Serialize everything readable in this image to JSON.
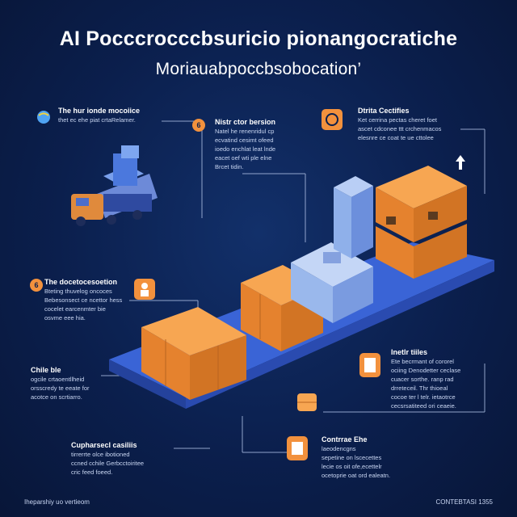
{
  "header": {
    "title": "AI Pocccrocccbsuricio pionangocratiche",
    "subtitle": "Moriauabpoccbsobocation’"
  },
  "callouts": [
    {
      "id": "c1",
      "head": "The hur ionde mocoiice",
      "body": [
        "thet ec ehe piat crtaRelamer."
      ]
    },
    {
      "id": "c2",
      "head": "Nistr ctor bersion",
      "body": [
        "Natel he renenridul cp",
        "ecvatind cesimt ofeed",
        "ioedo enchlat leat lnde",
        "eacet oef wti ple elne",
        "Brcet tidin."
      ]
    },
    {
      "id": "c3",
      "head": "Dtrita Cectifies",
      "body": [
        "Ket cerrina pectas cheret foet",
        "ascet cdconee ttt crchenmacos",
        "elesnre ce coat te ue cttolee"
      ]
    },
    {
      "id": "c4",
      "head": "The docetocesoetion",
      "body": [
        "Bteting thuvelog oncoces",
        "Bebesonsect ce ncettor hess",
        "cocelet earcenmter bie",
        "osvme eee hia."
      ]
    },
    {
      "id": "c5",
      "head": "Chile ble",
      "body": [
        "ogcile crtaoentllheid",
        "orsscredy te eeate for",
        "acotce on scrtiarro."
      ]
    },
    {
      "id": "c6",
      "head": "Inetlr tiiles",
      "body": [
        "Ete becrmant of cororel",
        "ociing Denodetter ceclase",
        "cuacer sorthe. ranp rad",
        "drreteceil. Thr thioeal",
        "cocoe ter l telr. ietaotrce",
        "cecsrsatiteed ori ceaeie."
      ]
    },
    {
      "id": "c7",
      "head": "Cupharsecl casiliis",
      "body": [
        "tirrerrte olce ibotioned",
        "ccned cchile Gerbcctoiritee",
        "cric feed foeed."
      ]
    },
    {
      "id": "c8",
      "head": "Contrrae Ehe",
      "body": [
        "laeodencgns",
        "sepetine on lscecettes",
        "lecie os oit ofe,ecettelr",
        "ocetoprie oat ord ealeatn."
      ]
    }
  ],
  "badges": {
    "b2": "6",
    "b4": "6"
  },
  "footer": {
    "left": "Iheparshiy uo vertieom",
    "right": "CONTEBTASI 1355"
  },
  "colors": {
    "background": "#0b1f4d",
    "platform": "#3a64d6",
    "box_orange": "#f2913d",
    "box_blue": "#9ab8ec",
    "line": "#a9bbe0"
  }
}
